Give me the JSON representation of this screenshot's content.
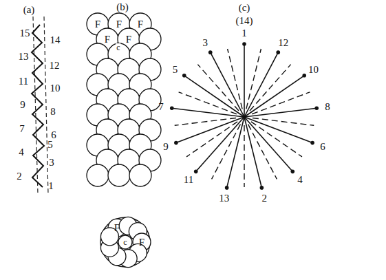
{
  "diagram": {
    "labels": [
      "(a)",
      "15",
      "14",
      "13",
      "12",
      "11",
      "10",
      "9",
      "8",
      "7",
      "6",
      "5",
      "4",
      "3",
      "2",
      "1",
      "(b)",
      "F",
      "F",
      "F",
      "F",
      "c",
      "F",
      "F",
      "c",
      "F",
      "(c)",
      "(14)",
      "1",
      "3",
      "12",
      "5",
      "10",
      "7",
      "8",
      "9",
      "6",
      "11",
      "4",
      "13",
      "2"
    ]
  }
}
